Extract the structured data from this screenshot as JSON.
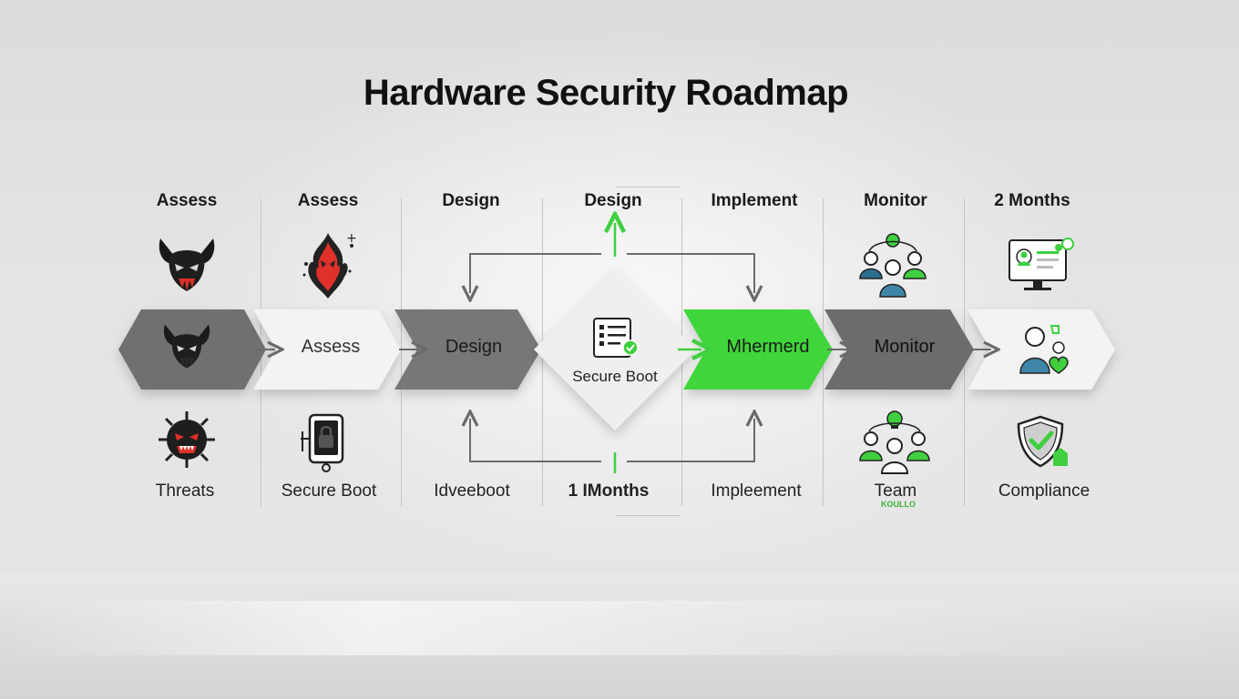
{
  "title": "Hardware Security Roadmap",
  "columns": [
    {
      "top_label": "Assess",
      "bottom_label": "Threats"
    },
    {
      "top_label": "Assess",
      "bottom_label": "Secure Boot"
    },
    {
      "top_label": "Design",
      "bottom_label": "Idveeboot"
    },
    {
      "top_label": "Design",
      "bottom_label": "1 IMonths"
    },
    {
      "top_label": "Implement",
      "bottom_label": "Impleement"
    },
    {
      "top_label": "Monitor",
      "bottom_label": "Team",
      "bottom_sublabel": "KOULLO"
    },
    {
      "top_label": "2 Months",
      "bottom_label": "Compliance"
    }
  ],
  "chevrons": [
    {
      "label": ""
    },
    {
      "label": "Assess"
    },
    {
      "label": "Design"
    },
    {
      "label": "Secure Boot"
    },
    {
      "label": "Mhermerd"
    },
    {
      "label": "Monitor"
    },
    {
      "label": ""
    }
  ],
  "colors": {
    "accent_green": "#3fcf3f",
    "dark_chevron": "#6f6f6f",
    "light_chevron": "#f2f2f2",
    "threat_red": "#e0302a"
  },
  "icons": {
    "top": [
      "devil-mask-icon",
      "red-flame-splash-icon",
      "",
      "",
      "",
      "team-network-icon",
      "monitor-support-icon"
    ],
    "chevron": [
      "devil-mask-icon",
      "",
      "",
      "checklist-icon",
      "",
      "",
      "user-heart-icon"
    ],
    "bottom": [
      "virus-monster-icon",
      "secure-device-icon",
      "",
      "",
      "",
      "team-bulb-icon",
      "shield-check-icon"
    ]
  }
}
